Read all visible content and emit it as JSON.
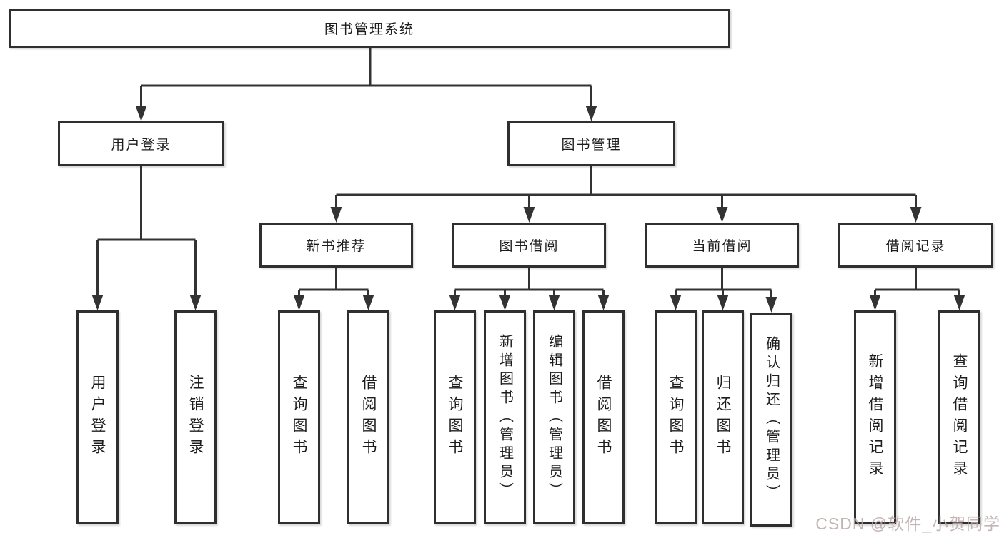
{
  "tree": {
    "root": "图书管理系统",
    "branches": [
      {
        "label": "用户登录",
        "leaves": [
          "用户登录",
          "注销登录"
        ]
      },
      {
        "label": "图书管理",
        "modules": [
          {
            "label": "新书推荐",
            "leaves": [
              "查询图书",
              "借阅图书"
            ]
          },
          {
            "label": "图书借阅",
            "leaves": [
              "查询图书",
              "新增图书（管理员）",
              "编辑图书（管理员）",
              "借阅图书"
            ]
          },
          {
            "label": "当前借阅",
            "leaves": [
              "查询图书",
              "归还图书",
              "确认归还（管理员）"
            ]
          },
          {
            "label": "借阅记录",
            "leaves": [
              "新增借阅记录",
              "查询借阅记录"
            ]
          }
        ]
      }
    ]
  },
  "watermark": "CSDN @软件_小贺同学",
  "colors": {
    "line": "#333333",
    "box_border": "#2f2f2f",
    "text": "#1d1d1d",
    "background": "#ffffff",
    "watermark": "#baa8a8"
  }
}
